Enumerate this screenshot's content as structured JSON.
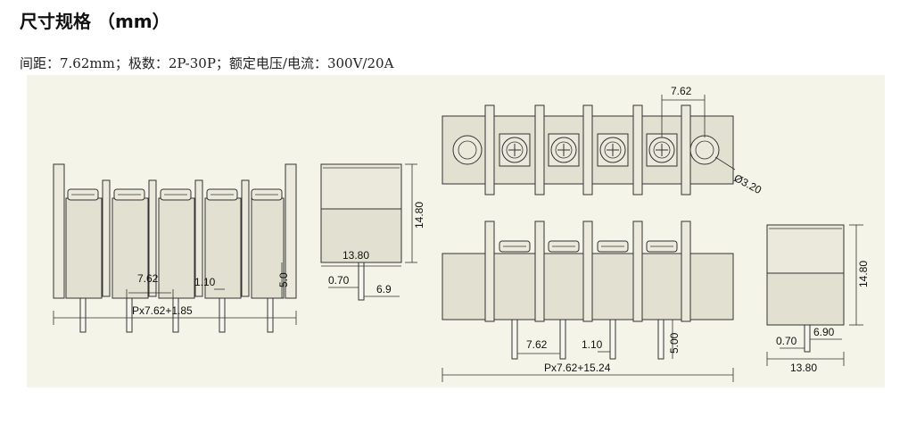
{
  "header": {
    "title": "尺寸规格 （mm）",
    "spec": "间距：7.62mm；极数：2P-30P；额定电压/电流：300V/20A"
  },
  "drawing": {
    "side_view": {
      "pitch": "7.62",
      "pin_width": "1.10",
      "pin_length": "5.0",
      "length_formula": "Px7.62+1.85"
    },
    "end_view": {
      "height": "14.80",
      "width": "13.80",
      "offset": "0.70",
      "pin_offset": "6.9"
    },
    "top_view": {
      "pitch": "7.62",
      "hole": "Ø3.20"
    },
    "front_view": {
      "pitch": "7.62",
      "pin_width": "1.10",
      "pin_length": "5.00",
      "length_formula": "Px7.62+15.24"
    },
    "end_view2": {
      "height": "14.80",
      "offset": "0.70",
      "pin_offset": "6.90",
      "width": "13.80"
    }
  }
}
